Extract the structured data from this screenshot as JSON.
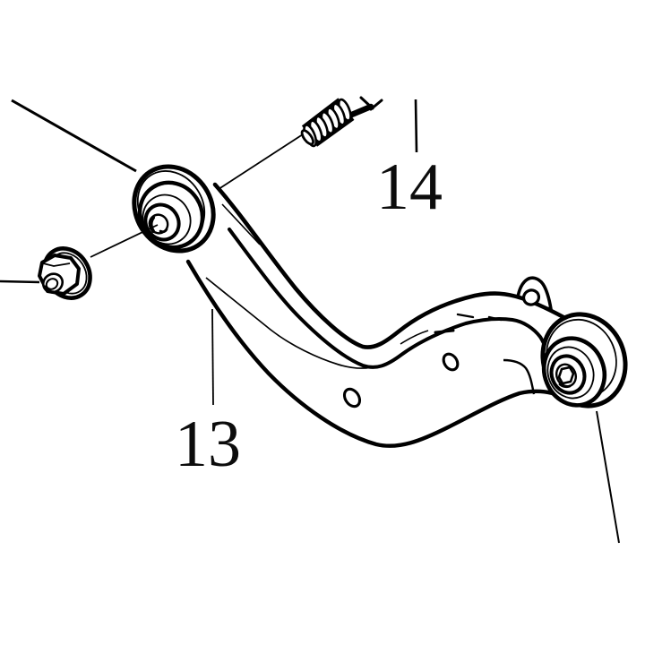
{
  "page": {
    "background_color": "#ffffff",
    "ink_color": "#000000"
  },
  "figure": {
    "kind": "exploded-parts-line-drawing",
    "callouts": [
      {
        "label": "13"
      },
      {
        "label": "14"
      }
    ],
    "drawn_parts": [
      "control-arm",
      "left-bushing",
      "right-bushing",
      "threaded-bolt",
      "flange-nut"
    ]
  }
}
